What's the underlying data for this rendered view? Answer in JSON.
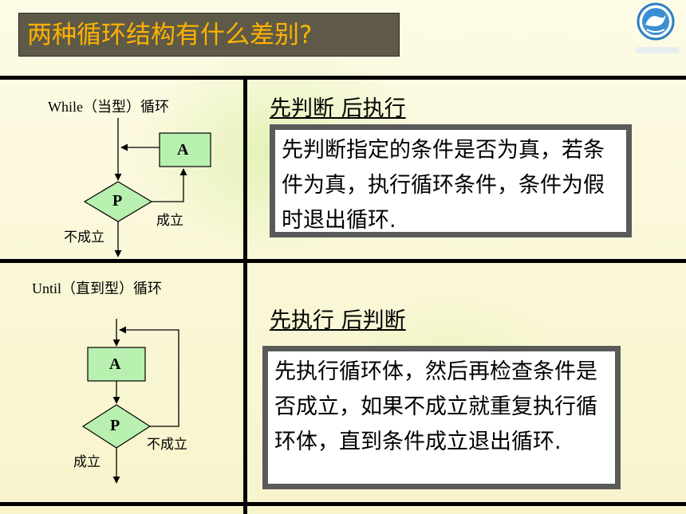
{
  "title": "两种循环结构有什么差别?",
  "while_section": {
    "diagram_title": "While（当型）循环",
    "box_label": "A",
    "decision_label": "P",
    "true_label": "成立",
    "false_label": "不成立",
    "heading": "先判断 后执行",
    "description": "先判断指定的条件是否为真，若条件为真，执行循环条件，条件为假时退出循环."
  },
  "until_section": {
    "diagram_title": "Until（直到型）循环",
    "box_label": "A",
    "decision_label": "P",
    "true_label": "成立",
    "false_label": "不成立",
    "heading": "先执行 后判断",
    "description": "先执行循环体，然后再检查条件是否成立，如果不成立就重复执行循环体，直到条件成立退出循环."
  },
  "colors": {
    "title_bg": "#5e5a47",
    "title_text": "#ffb200",
    "flow_fill": "#b8f0b0",
    "box_border": "#5a5a5a",
    "logo_blue": "#2a7fc4"
  },
  "icons": {
    "logo": "school-logo-icon"
  }
}
